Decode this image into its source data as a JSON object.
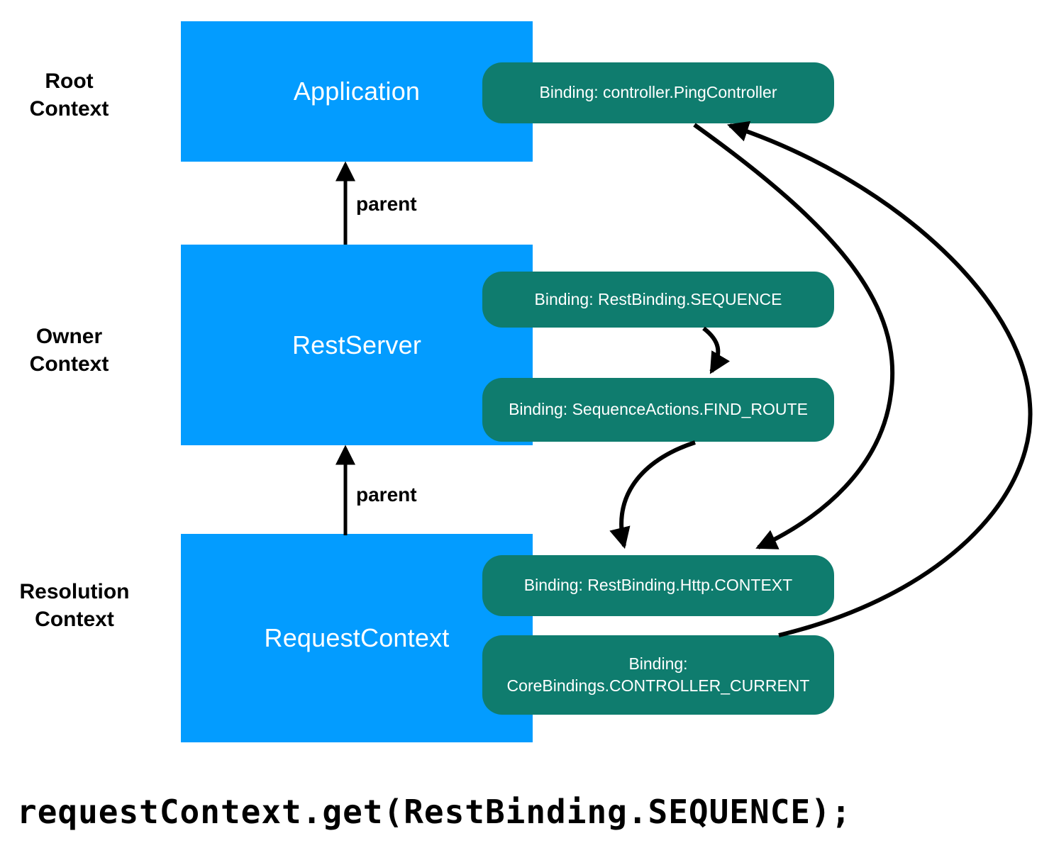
{
  "diagram": {
    "title_code": "requestContext.get(RestBinding.SEQUENCE);",
    "colors": {
      "context_box": "#039CFF",
      "binding_box": "#0F7C6E",
      "arrow": "#000000",
      "background": "#FFFFFF",
      "box_text": "#FFFFFF",
      "label_text": "#000000"
    },
    "context_labels": [
      {
        "id": "root",
        "text": "Root\nContext"
      },
      {
        "id": "owner",
        "text": "Owner\nContext"
      },
      {
        "id": "resolution",
        "text": "Resolution\nContext"
      }
    ],
    "contexts": [
      {
        "id": "application",
        "label": "Application"
      },
      {
        "id": "restserver",
        "label": "RestServer"
      },
      {
        "id": "requestcontext",
        "label": "RequestContext"
      }
    ],
    "bindings": [
      {
        "id": "ping-controller",
        "label": "Binding: controller.PingController"
      },
      {
        "id": "rest-binding-sequence",
        "label": "Binding: RestBinding.SEQUENCE"
      },
      {
        "id": "sequence-actions-find-route",
        "label": "Binding: SequenceActions.FIND_ROUTE"
      },
      {
        "id": "rest-binding-http-context",
        "label": "Binding: RestBinding.Http.CONTEXT"
      },
      {
        "id": "core-bindings-controller-current",
        "label": "Binding:\nCoreBindings.CONTROLLER_CURRENT"
      }
    ],
    "edges": [
      {
        "id": "parent-app",
        "label": "parent",
        "from": "restserver",
        "to": "application"
      },
      {
        "id": "parent-req",
        "label": "parent",
        "from": "requestcontext",
        "to": "restserver"
      },
      {
        "id": "seq-to-findroute",
        "label": "",
        "from": "rest-binding-sequence",
        "to": "sequence-actions-find-route"
      },
      {
        "id": "findroute-to-httpcontext",
        "label": "",
        "from": "sequence-actions-find-route",
        "to": "rest-binding-http-context"
      },
      {
        "id": "ping-to-httpcontext",
        "label": "",
        "from": "ping-controller",
        "to": "rest-binding-http-context"
      },
      {
        "id": "controllercurrent-to-ping",
        "label": "",
        "from": "core-bindings-controller-current",
        "to": "ping-controller"
      }
    ]
  }
}
